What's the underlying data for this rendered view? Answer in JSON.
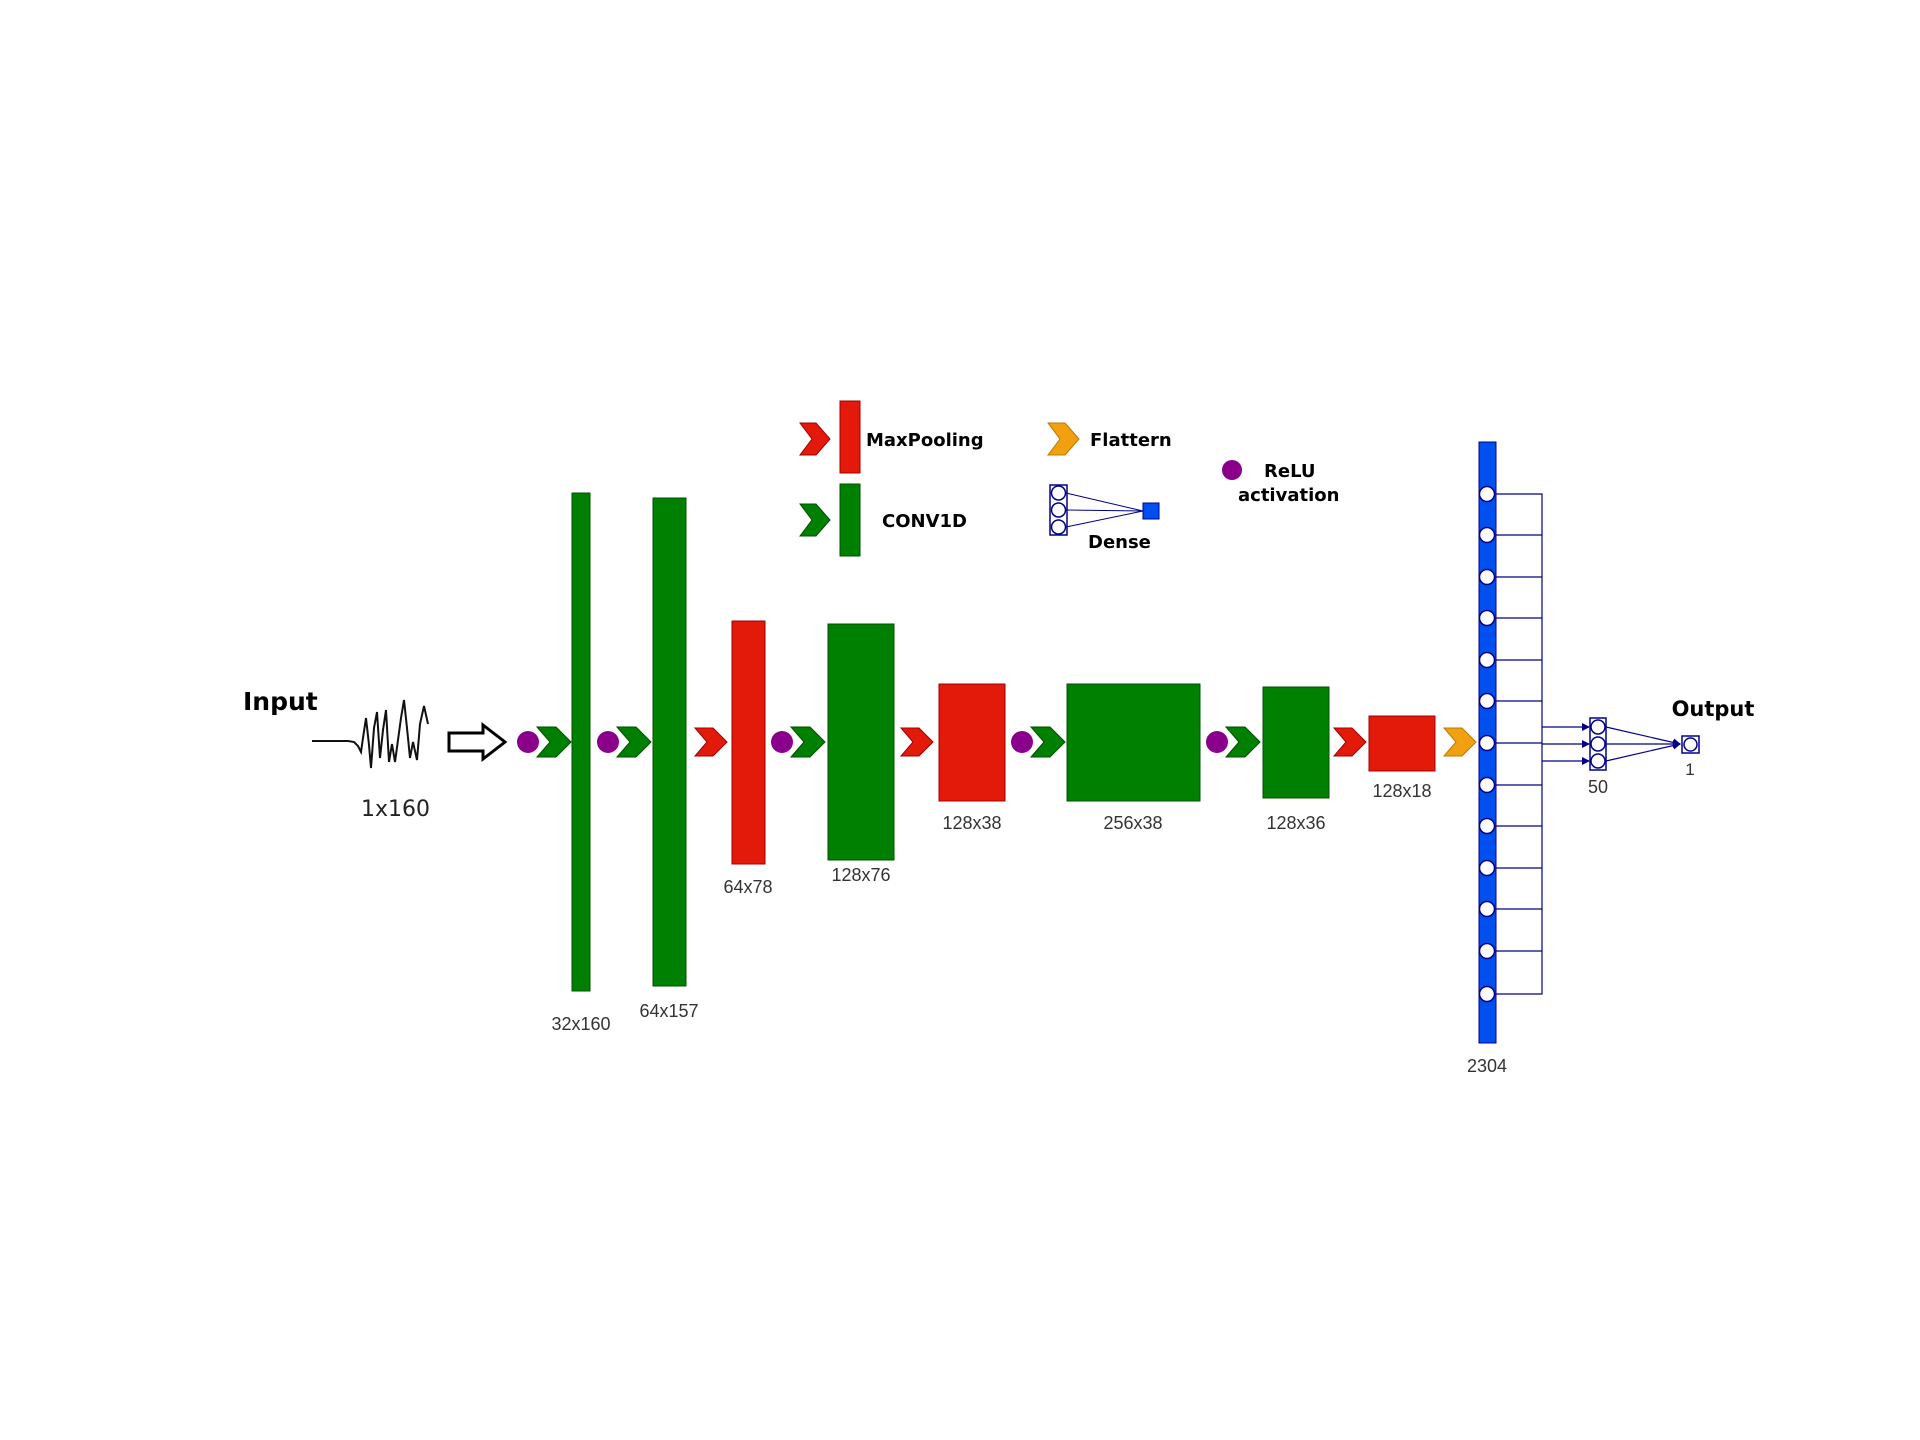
{
  "title": "",
  "colors": {
    "conv": "#008000",
    "pool": "#e31a0a",
    "relu": "#8b008b",
    "flatten": "#f0a010",
    "dense": "#0050f0",
    "dense_stroke": "#00008b"
  },
  "input": {
    "label": "Input",
    "shape": "1x160",
    "icon": "waveform-icon"
  },
  "output": {
    "label": "Output",
    "size": "1"
  },
  "legend": {
    "maxpooling": "MaxPooling",
    "conv1d": "CONV1D",
    "flatten": "Flattern",
    "dense": "Dense",
    "relu_line1": "ReLU",
    "relu_line2": "activation"
  },
  "layers": [
    {
      "type": "conv",
      "shape": "32x160"
    },
    {
      "type": "conv",
      "shape": "64x157"
    },
    {
      "type": "pool",
      "shape": "64x78"
    },
    {
      "type": "conv",
      "shape": "128x76"
    },
    {
      "type": "pool",
      "shape": "128x38"
    },
    {
      "type": "conv",
      "shape": "256x38"
    },
    {
      "type": "conv",
      "shape": "128x36"
    },
    {
      "type": "pool",
      "shape": "128x18"
    }
  ],
  "flatten": {
    "size": "2304"
  },
  "dense_hidden": {
    "size": "50"
  }
}
